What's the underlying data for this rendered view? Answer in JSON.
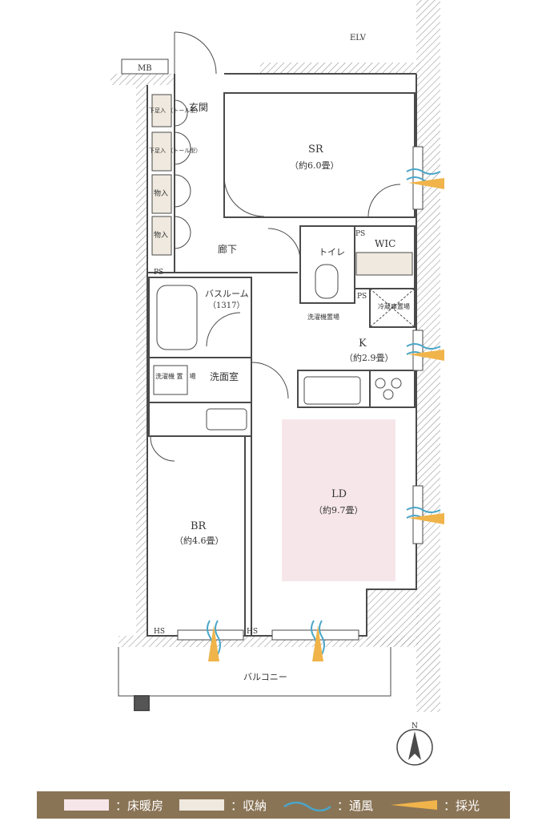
{
  "rooms": {
    "elv": "ELV",
    "mb": "MB",
    "entrance": "玄関",
    "sr": "SR",
    "sr_size": "（約6.0畳）",
    "corridor": "廊下",
    "toilet": "トイレ",
    "wic": "WIC",
    "ps": "PS",
    "bathroom": "バスルーム",
    "bathroom_size": "（1317）",
    "kitchen": "K",
    "kitchen_size": "（約2.9畳）",
    "washroom": "洗面室",
    "washer": "洗濯機置場",
    "washer_room": "洗濯機\n置　場",
    "fridge": "冷蔵庫置場",
    "ld": "LD",
    "ld_size": "（約9.7畳）",
    "br": "BR",
    "br_size": "（約4.6畳）",
    "hs": "HS",
    "balcony": "バルコニー",
    "shoe1": "下足入\n（トール型）",
    "shoe2": "下足入\n（トール型）",
    "storage": "物入",
    "north": "N"
  },
  "legend": {
    "floor_heating": "：床暖房",
    "storage": "：収納",
    "ventilation": "：通風",
    "daylight": "：採光"
  },
  "colors": {
    "floor_heating": "#f6e6ea",
    "storage": "#efe9df",
    "legend_bg": "#8a7456",
    "wind": "#4aa6c8",
    "sun": "#f0b44a",
    "wall": "#4a4a4a"
  }
}
